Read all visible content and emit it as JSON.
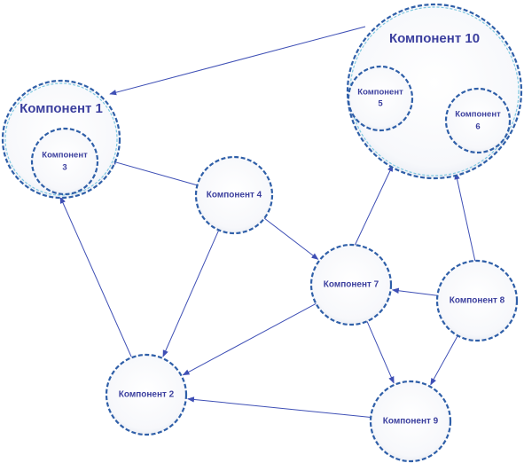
{
  "nodes": {
    "c1": {
      "label": "Компонент 1"
    },
    "c2": {
      "label": "Компонент 2"
    },
    "c3": {
      "line1": "Компонент",
      "line2": "3"
    },
    "c4": {
      "label": "Компонент 4"
    },
    "c5": {
      "line1": "Компонент",
      "line2": "5"
    },
    "c6": {
      "line1": "Компонент",
      "line2": "6"
    },
    "c7": {
      "label": "Компонент 7"
    },
    "c8": {
      "label": "Компонент 8"
    },
    "c9": {
      "label": "Компонент 9"
    },
    "c10": {
      "label": "Компонент 10"
    }
  },
  "edges": [
    {
      "from": "c10",
      "to": "c1"
    },
    {
      "from": "c4",
      "to": "c1"
    },
    {
      "from": "c4",
      "to": "c7"
    },
    {
      "from": "c4",
      "to": "c2"
    },
    {
      "from": "c2",
      "to": "c1"
    },
    {
      "from": "c7",
      "to": "c10"
    },
    {
      "from": "c7",
      "to": "c2"
    },
    {
      "from": "c7",
      "to": "c9"
    },
    {
      "from": "c8",
      "to": "c7"
    },
    {
      "from": "c8",
      "to": "c10"
    },
    {
      "from": "c8",
      "to": "c9"
    },
    {
      "from": "c9",
      "to": "c2"
    }
  ],
  "colors": {
    "stroke": "#2f5fa8",
    "text": "#3b3f9e",
    "edge": "#3e4fb5"
  }
}
